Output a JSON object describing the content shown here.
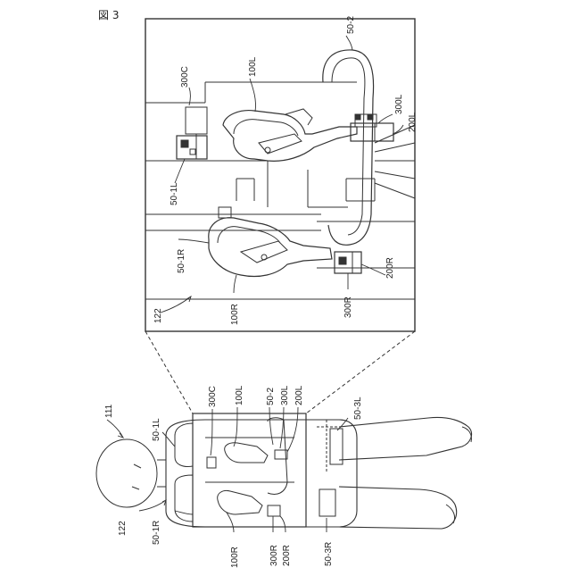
{
  "figure": {
    "title": "図 3"
  },
  "labels": {
    "detail": {
      "l_300C": "300C",
      "l_100L": "100L",
      "l_50_2": "50-2",
      "l_300L": "300L",
      "l_200L": "200L",
      "l_50_1L": "50-1L",
      "l_50_1R": "50-1R",
      "l_100R": "100R",
      "l_300R": "300R",
      "l_200R": "200R",
      "l_122": "122"
    },
    "overview": {
      "l_111": "111",
      "l_50_1L": "50-1L",
      "l_300C": "300C",
      "l_100L": "100L",
      "l_50_2": "50-2",
      "l_300L": "300L",
      "l_200L": "200L",
      "l_50_3L": "50-3L",
      "l_122": "122",
      "l_50_1R": "50-1R",
      "l_100R": "100R",
      "l_300R": "300R",
      "l_200R": "200R",
      "l_50_3R": "50-3R"
    }
  }
}
